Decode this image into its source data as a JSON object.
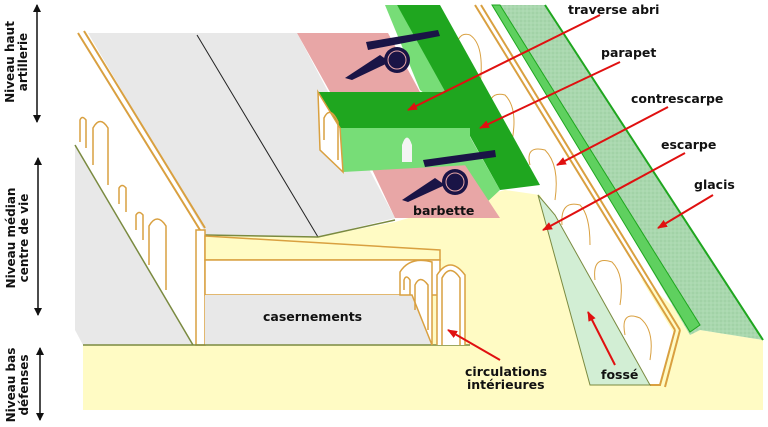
{
  "levels": {
    "top": [
      "Niveau haut",
      "artillerie"
    ],
    "middle": [
      "Niveau médian",
      "centre de vie"
    ],
    "bottom": [
      "Niveau bas",
      "défenses"
    ]
  },
  "labels": {
    "traverse": "traverse abri",
    "parapet": "parapet",
    "contrescarpe": "contrescarpe",
    "escarpe": "escarpe",
    "glacis": "glacis",
    "barbette": "barbette",
    "casernements": "casernements",
    "circulations_1": "circulations",
    "circulations_2": "intérieures",
    "fosse": "fossé"
  },
  "colors": {
    "earth": "#fffbc4",
    "ground": "#e8e8e8",
    "pink": "#e8a6a6",
    "dark_green": "#1fa61f",
    "light_green": "#77dd77",
    "glacis": "#a9d8ae",
    "fosse": "#d2eed4",
    "wall_line": "#d9a040",
    "arrow": "#e01010",
    "cannon": "#1a1446"
  }
}
